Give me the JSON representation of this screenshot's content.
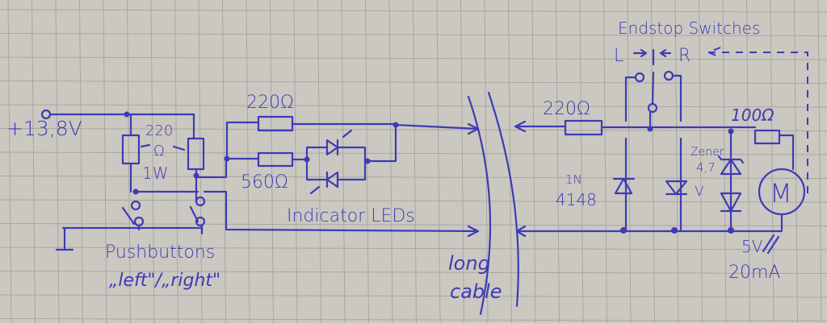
{
  "diagram": {
    "supply_label": "+13,8V",
    "left_resistors": {
      "value_top": "220",
      "unit": "Ω",
      "power": "1W"
    },
    "resistor_top": "220Ω",
    "resistor_led": "560Ω",
    "indicator_label": "Indicator LEDs",
    "pushbuttons_label": "Pushbuttons",
    "pushbuttons_names": "„left\"/„right\"",
    "cable_label_1": "long",
    "cable_label_2": "cable",
    "resistor_remote": "220Ω",
    "endstop_label": "Endstop Switches",
    "endstop_left": "L",
    "endstop_right": "R",
    "diode_label_1": "1N",
    "diode_label_2": "4148",
    "zener_label": "Zener",
    "zener_value": "4,7",
    "zener_unit": "V",
    "resistor_motor": "100Ω",
    "motor_symbol": "M",
    "motor_voltage": "5V",
    "motor_current": "20mA",
    "ink_color": "#3d3bb5",
    "paper_color": "#cbc8c2"
  }
}
